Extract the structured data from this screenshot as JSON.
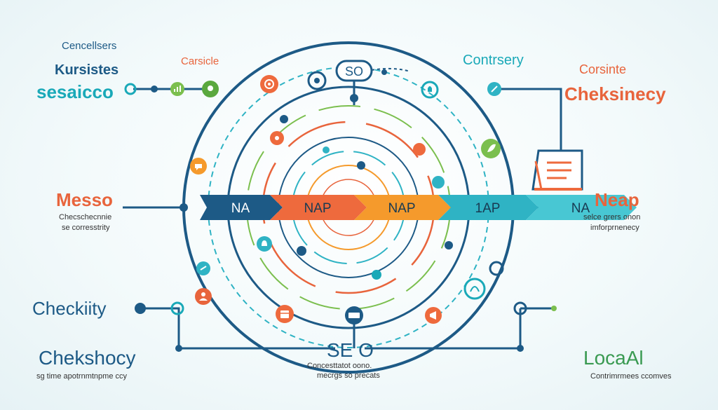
{
  "labels": {
    "top_left_1": "Cencellsers",
    "top_left_2": "Kursistes",
    "top_left_3": "sesaicco",
    "top_center_left": "Carsicle",
    "top_badge": "SO",
    "top_right_1": "Contrsery",
    "top_right_2": "Corsinte",
    "top_right_3": "Cheksinecy",
    "left_mid_title": "Messo",
    "left_mid_sub1": "Checschecnnie",
    "left_mid_sub2": "se corresstrity",
    "right_mid_title": "Neap",
    "right_mid_sub1": "selce grers onon",
    "right_mid_sub2": "imforprnenecy",
    "bottom_left_1": "Checkiity",
    "bottom_left_2": "Chekshocy",
    "bottom_left_sub": "sg time apotrnmtnpme ccy",
    "bottom_center_title": "SE O",
    "bottom_center_sub1": "Concesttatot oono.",
    "bottom_center_sub2": "mecrgs so precats",
    "bottom_right_title": "LocaAl",
    "bottom_right_sub": "Contrimrmees ccomves"
  },
  "arrow_segments": [
    {
      "label": "NA",
      "color": "#1d5a86"
    },
    {
      "label": "NAP",
      "color": "#ee6a3d"
    },
    {
      "label": "NAP",
      "color": "#f59a2c"
    },
    {
      "label": "1AP",
      "color": "#2fb3c4"
    },
    {
      "label": "NA",
      "color": "#48c7d3"
    }
  ],
  "colors": {
    "navy": "#1d5a86",
    "orange": "#e8643c",
    "teal": "#1aa9b8",
    "green": "#7bbf4e",
    "ink": "#183a52"
  },
  "icons": [
    "target-icon",
    "gear-icon",
    "bulb-icon",
    "chart-icon",
    "pin-icon",
    "calendar-icon",
    "keyboard-icon",
    "chat-icon",
    "document-icon",
    "globe-icon"
  ]
}
